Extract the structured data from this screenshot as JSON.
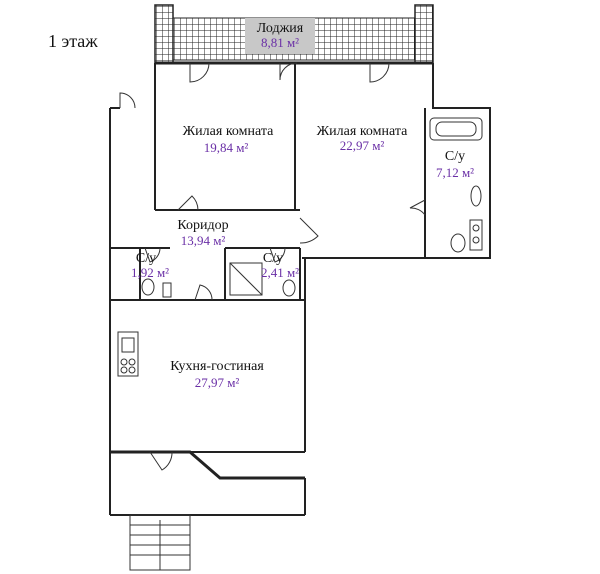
{
  "floor_label": "1 этаж",
  "rooms": {
    "loggia": {
      "name": "Лоджия",
      "area": "8,81 м²"
    },
    "living1": {
      "name": "Жилая комната",
      "area": "19,84 м²"
    },
    "living2": {
      "name": "Жилая комната",
      "area": "22,97 м²"
    },
    "bath_big": {
      "name": "С/у",
      "area": "7,12 м²"
    },
    "corridor": {
      "name": "Коридор",
      "area": "13,94 м²"
    },
    "wc1": {
      "name": "С/у",
      "area": "1,92 м²"
    },
    "wc2": {
      "name": "С/у",
      "area": "2,41 м²"
    },
    "kitchen": {
      "name": "Кухня-гостиная",
      "area": "27,97 м²"
    }
  },
  "colors": {
    "area_text": "#6a2fa6",
    "wall": "#222222",
    "loggia_label_bg": "#c8c8c8"
  }
}
